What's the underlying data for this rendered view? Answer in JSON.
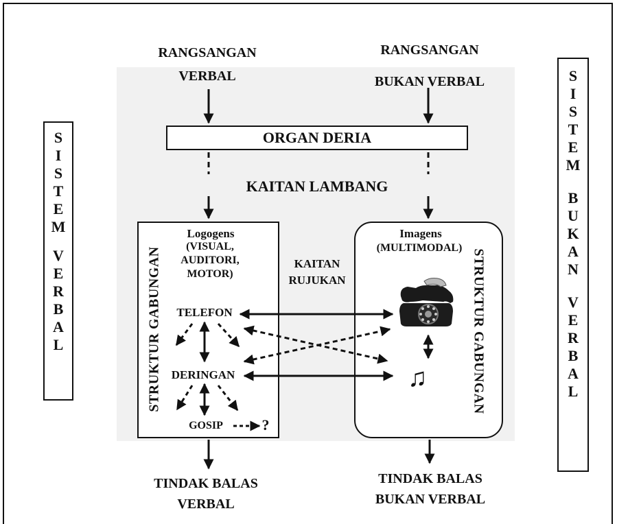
{
  "left_system_label": [
    "S",
    "I",
    "S",
    "T",
    "E",
    "M",
    "",
    "V",
    "E",
    "R",
    "B",
    "A",
    "L"
  ],
  "right_system_label": [
    "S",
    "I",
    "S",
    "T",
    "E",
    "M",
    "",
    "B",
    "U",
    "K",
    "A",
    "N",
    "",
    "V",
    "E",
    "R",
    "B",
    "A",
    "L"
  ],
  "inputs": {
    "verbal": [
      "RANGSANGAN",
      "VERBAL"
    ],
    "nonverbal": [
      "RANGSANGAN",
      "BUKAN VERBAL"
    ]
  },
  "organ_label": "ORGAN DERIA",
  "symbolic_link": "KAITAN LAMBANG",
  "referential_link": [
    "KAITAN",
    "RUJUKAN"
  ],
  "logogens": {
    "title": "Logogens",
    "subtitle": [
      "(VISUAL,",
      "AUDITORI,",
      "MOTOR)"
    ],
    "structure_label": "STRUKTUR GABUNGAN",
    "words": [
      "TELEFON",
      "DERINGAN",
      "GOSIP"
    ],
    "unknown_mark": "?"
  },
  "imagens": {
    "title": "Imagens",
    "subtitle": "(MULTIMODAL)",
    "structure_label": "STRUKTUR GABUNGAN",
    "note_symbol": "♫",
    "images": [
      "telephone-image",
      "music-note"
    ]
  },
  "outputs": {
    "verbal": [
      "TINDAK BALAS",
      "VERBAL"
    ],
    "nonverbal": [
      "TINDAK BALAS",
      "BUKAN VERBAL"
    ]
  }
}
